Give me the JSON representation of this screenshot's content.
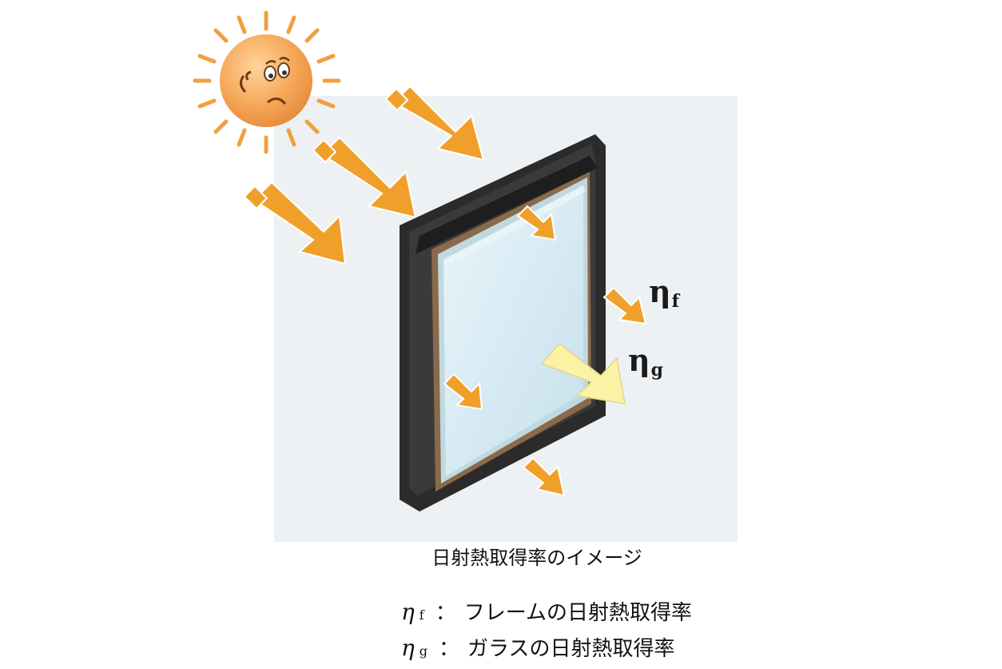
{
  "caption": "日射熱取得率のイメージ",
  "labels": {
    "eta_f": {
      "symbol": "η",
      "subscript": "f"
    },
    "eta_g": {
      "symbol": "η",
      "subscript": "g"
    }
  },
  "legend": [
    {
      "symbol": "η",
      "subscript": "f",
      "separator": "：",
      "text": "フレームの日射熱取得率"
    },
    {
      "symbol": "η",
      "subscript": "g",
      "separator": "：",
      "text": "ガラスの日射熱取得率"
    }
  ],
  "colors": {
    "background_panel": "#eef1f3",
    "sun": "#f0a050",
    "arrow": "#f0a02a",
    "arrow_light": "#fbf2a6",
    "frame": "#2a2a2a",
    "glass": "#d7eaf2"
  }
}
